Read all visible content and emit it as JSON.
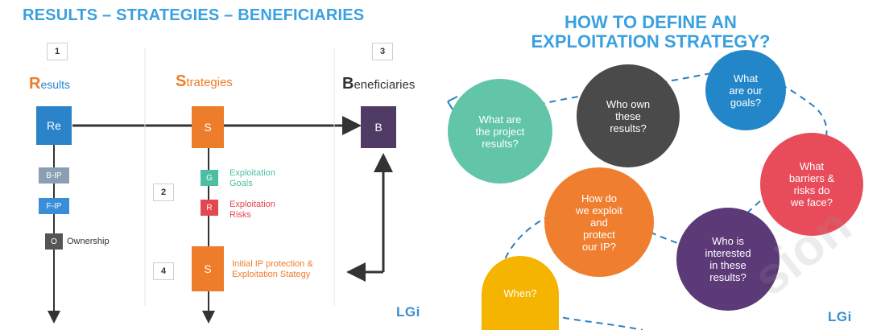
{
  "left_slide": {
    "title": "RESULTS – STRATEGIES – BENEFICIARIES",
    "markers": {
      "m1": "1",
      "m2": "2",
      "m3": "3",
      "m4": "4"
    },
    "columns": {
      "results": {
        "initial": "R",
        "rest": "esults"
      },
      "strategies": {
        "initial": "S",
        "rest": "trategies"
      },
      "beneficiaries": {
        "initial": "B",
        "rest": "eneficiaries"
      }
    },
    "boxes": {
      "re": "Re",
      "s_top": "S",
      "b": "B",
      "bip": "B-IP",
      "fip": "F-IP",
      "o": "O",
      "g": "G",
      "r": "R",
      "s_bottom": "S"
    },
    "labels": {
      "ownership": "Ownership",
      "goals_line1": "Exploitation",
      "goals_line2": "Goals",
      "risks_line1": "Exploitation",
      "risks_line2": "Risks",
      "strategy_line1": "Initial IP protection &",
      "strategy_line2": "Exploitation Stategy"
    },
    "logo": "LGi",
    "colors": {
      "results": "#2b83c9",
      "strategies": "#ee7d2b",
      "beneficiaries": "#4f3b63",
      "goals": "#4cbfa3",
      "risks": "#e3474f",
      "bip": "#8b9fb4",
      "fip": "#3a8ed8",
      "ownership": "#555555"
    }
  },
  "right_slide": {
    "title_line1": "HOW TO DEFINE AN",
    "title_line2": "EXPLOITATION STRATEGY?",
    "circles": {
      "project_results": [
        "What are",
        "the project",
        "results?"
      ],
      "who_own": [
        "Who own",
        "these",
        "results?"
      ],
      "goals": [
        "What",
        "are our",
        "goals?"
      ],
      "barriers": [
        "What",
        "barriers &",
        "risks do",
        "we face?"
      ],
      "exploit": [
        "How do",
        "we exploit",
        "and",
        "protect",
        "our IP?"
      ],
      "interested": [
        "Who is",
        "interested",
        "in these",
        "results?"
      ],
      "when": [
        "When?"
      ]
    },
    "logo": "LGi",
    "watermark": "sion",
    "colors": {
      "project_results": "#62c5a8",
      "who_own": "#4a4a4a",
      "goals": "#2386c8",
      "barriers": "#e84c5b",
      "exploit": "#ef7f2f",
      "interested": "#5c3a78",
      "when": "#f4b400"
    }
  }
}
